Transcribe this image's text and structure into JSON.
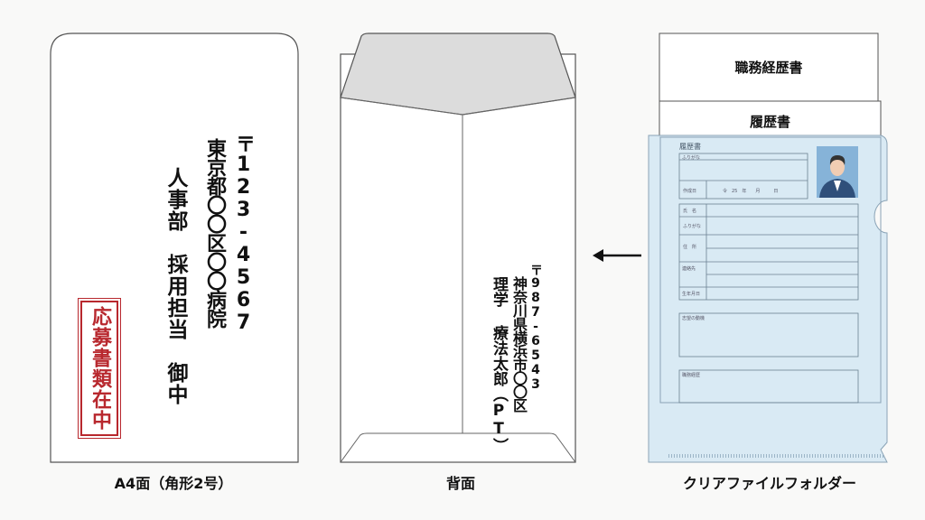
{
  "front_envelope": {
    "postal_code": "〒123-4567",
    "address": "東京都〇〇区〇〇病院",
    "recipient": "人事部　採用担当　御中",
    "stamp": "応募書類在中",
    "caption": "A4面（角形2号）"
  },
  "back_envelope": {
    "postal_code": "〒987-6543",
    "address": "神奈川県横浜市〇〇区",
    "sender": "理学 療法太郎（PT）",
    "caption": "背面"
  },
  "folder": {
    "doc1_title": "職務経歴書",
    "doc2_title": "履歴書",
    "resume": {
      "title": "履歴書",
      "furigana": "ふりがな",
      "created_label": "作成日",
      "date": "令　25　年　　月　　　日",
      "rows": [
        "氏　名",
        "ふりがな",
        "住　所",
        "連絡先",
        "生年月日"
      ],
      "box1": "志望の動機",
      "box2": "職務経歴"
    },
    "caption": "クリアファイルフォルダー"
  },
  "arrow": "←",
  "colors": {
    "stamp": "#b8282e",
    "folder": "#d6e8f3",
    "flap": "#dcdcdc"
  }
}
